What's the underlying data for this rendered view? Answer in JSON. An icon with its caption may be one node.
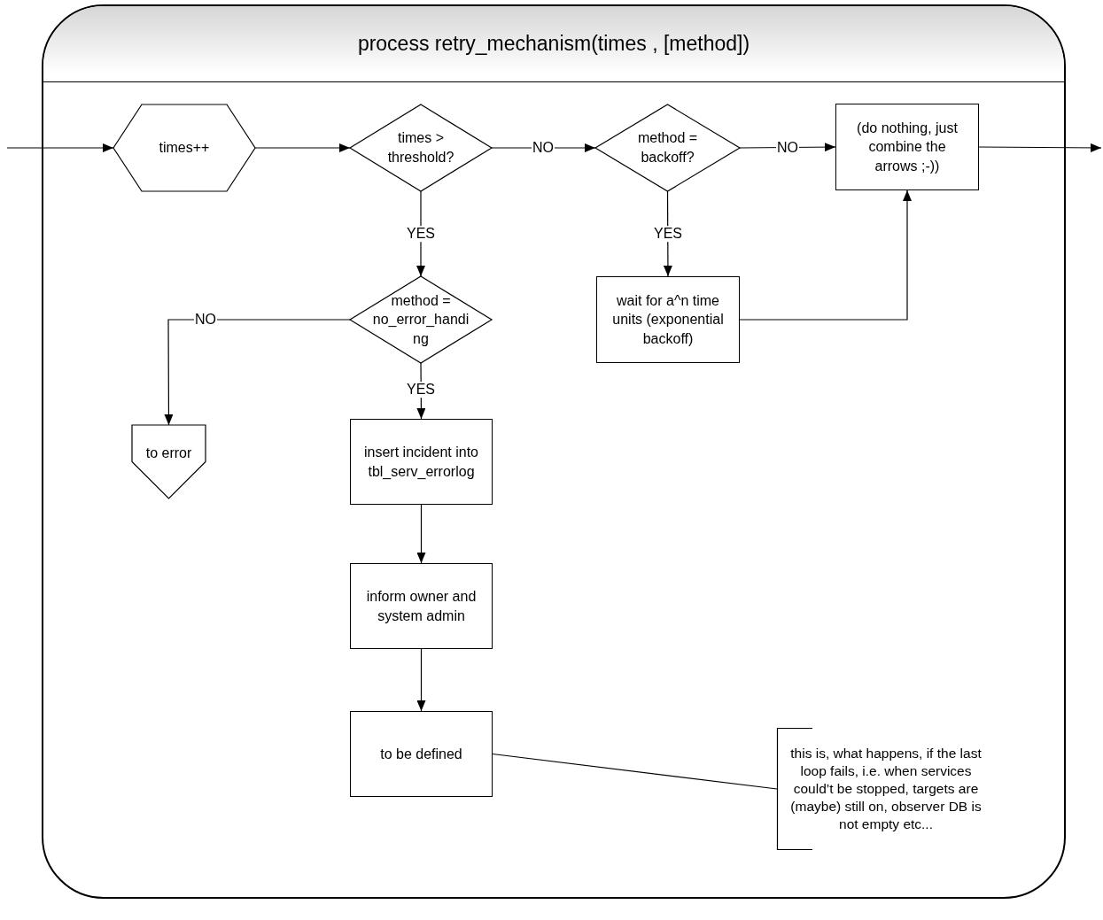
{
  "diagram": {
    "nodes": [
      {
        "text": [
          "process retry_mechanism(times , [method])"
        ]
      },
      {
        "text": [
          "times++"
        ],
        "in": 0
      },
      {
        "text": [
          "times > threshold?"
        ],
        "in": 0
      },
      {
        "text": [
          "method = backoff?"
        ],
        "in": 0
      },
      {
        "text": [
          "(do nothing, just combine the arrows ;-))"
        ],
        "in": 0
      },
      {
        "text": [
          "method = no_error_handing"
        ],
        "in": 0
      },
      {
        "text": [
          "wait for a^n time units (exponential backoff)"
        ],
        "in": 0
      },
      {
        "text": [
          "to error"
        ],
        "in": 0
      },
      {
        "text": [
          "insert incident into tbl_serv_errorlog"
        ],
        "in": 0
      },
      {
        "text": [
          "inform owner and system admin"
        ],
        "in": 0
      },
      {
        "text": [
          "to be defined"
        ],
        "in": 0
      },
      {
        "text": [
          "this is, what happens, if the last loop fails, i.e. when services could’t be stopped, targets are (maybe) still on, observer DB is not empty etc..."
        ],
        "in": 0
      }
    ],
    "edges": [
      {
        "from": null,
        "to": 1,
        "arrow": "to"
      },
      {
        "from": 1,
        "to": 2,
        "arrow": "to"
      },
      {
        "from": 2,
        "to": 3,
        "arrow": "to",
        "label": "NO"
      },
      {
        "from": 3,
        "to": 4,
        "arrow": "to",
        "label": "NO"
      },
      {
        "from": 2,
        "to": 5,
        "arrow": "to",
        "label": "YES"
      },
      {
        "from": 3,
        "to": 6,
        "arrow": "to",
        "label": "YES"
      },
      {
        "from": 6,
        "to": 4,
        "arrow": "to"
      },
      {
        "from": 5,
        "to": 7,
        "arrow": "to",
        "label": "NO"
      },
      {
        "from": 5,
        "to": 8,
        "arrow": "to",
        "label": "YES"
      },
      {
        "from": 8,
        "to": 9,
        "arrow": "to"
      },
      {
        "from": 9,
        "to": 10,
        "arrow": "to"
      },
      {
        "from": 10,
        "to": 11,
        "arrow": "none"
      },
      {
        "from": 4,
        "to": null,
        "arrow": "to"
      }
    ]
  }
}
